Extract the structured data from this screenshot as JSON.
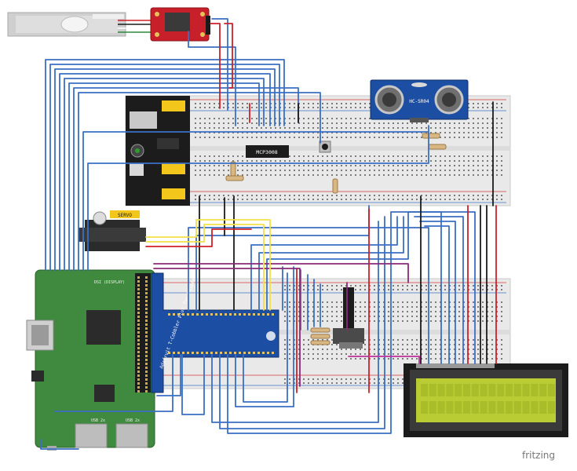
{
  "labels": {
    "sensor": "HC-SR04",
    "adc": "MCP3008",
    "servo": "SERVO",
    "cobbler": "Adafruit T-Cobbler Plus for Raspberry Pi",
    "watermark": "fritzing",
    "pi_display": "DSI (DISPLAY)",
    "usb1": "USB 2x",
    "usb2": "USB 2x"
  },
  "colors": {
    "wire_blue": "#3b6fc4",
    "wire_red": "#d0202a",
    "wire_black": "#1b1b1b",
    "wire_purple": "#8a2a78",
    "wire_yellow": "#f2e04a",
    "wire_magenta": "#c0309a",
    "wire_green": "#2d8a3a",
    "pcb_red": "#c8202a",
    "pcb_blue": "#1c4fa3",
    "pi_green": "#3f8a3f",
    "lcd_screen": "#b9cc33",
    "breadboard": "#e7e7e7"
  }
}
